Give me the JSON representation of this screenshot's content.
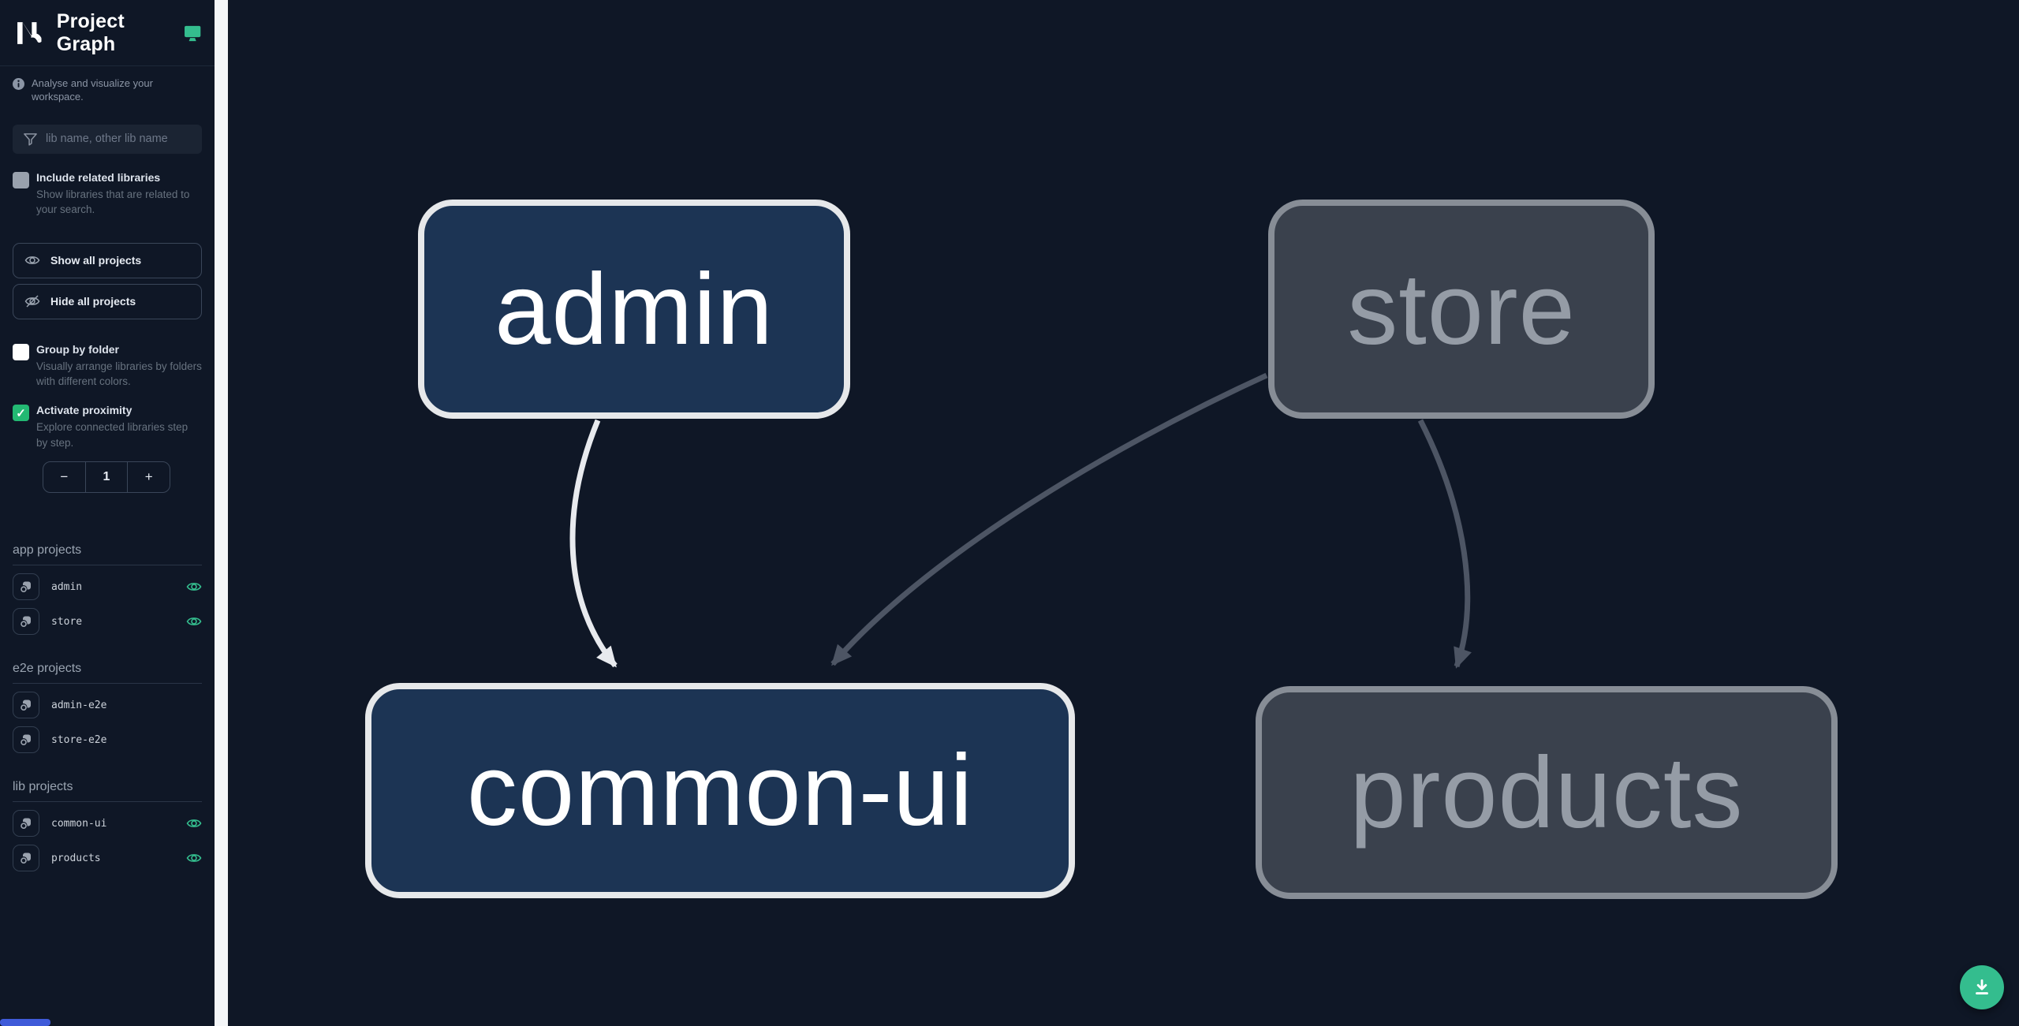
{
  "colors": {
    "background": "#0f1726",
    "accent_green": "#34bd8e",
    "checkbox_checked_green": "#23b973",
    "node_highlighted_fill": "#1c3454",
    "node_highlighted_border": "#e6e8ea",
    "node_highlighted_text": "#ffffff",
    "node_dimmed_fill": "#3a414d",
    "node_dimmed_border": "#878d96",
    "node_dimmed_text": "#959ca6",
    "edge_highlighted": "#e8eaee",
    "edge_dimmed": "#4d5564",
    "scrollbar_track": "#f4f6f8",
    "scrollbar_thumb_blue": "#3f5bd9"
  },
  "sidebar": {
    "title": "Project Graph",
    "info": "Analyse and visualize your workspace.",
    "search_placeholder": "lib name, other lib name",
    "include_related": {
      "label": "Include related libraries",
      "description": "Show libraries that are related to your search.",
      "checked": false
    },
    "show_all_label": "Show all projects",
    "hide_all_label": "Hide all projects",
    "group_by_folder": {
      "label": "Group by folder",
      "description": "Visually arrange libraries by folders with different colors.",
      "checked": false
    },
    "proximity": {
      "label": "Activate proximity",
      "description": "Explore connected libraries step by step.",
      "checked": true,
      "checkmark": "✓",
      "decrement": "−",
      "value": "1",
      "increment": "+"
    },
    "sections": [
      {
        "title": "app projects",
        "items": [
          {
            "name": "admin",
            "visible": true
          },
          {
            "name": "store",
            "visible": true
          }
        ]
      },
      {
        "title": "e2e projects",
        "items": [
          {
            "name": "admin-e2e"
          },
          {
            "name": "store-e2e"
          }
        ]
      },
      {
        "title": "lib projects",
        "items": [
          {
            "name": "common-ui",
            "visible": true
          },
          {
            "name": "products",
            "visible": true
          }
        ]
      }
    ]
  },
  "graph": {
    "nodes": [
      {
        "id": "admin",
        "label": "admin",
        "state": "highlighted"
      },
      {
        "id": "store",
        "label": "store",
        "state": "dimmed"
      },
      {
        "id": "common-ui",
        "label": "common-ui",
        "state": "highlighted"
      },
      {
        "id": "products",
        "label": "products",
        "state": "dimmed"
      }
    ],
    "edges": [
      {
        "source": "admin",
        "target": "common-ui",
        "style": "highlighted"
      },
      {
        "source": "store",
        "target": "common-ui",
        "style": "dimmed"
      },
      {
        "source": "store",
        "target": "products",
        "style": "dimmed"
      }
    ]
  }
}
